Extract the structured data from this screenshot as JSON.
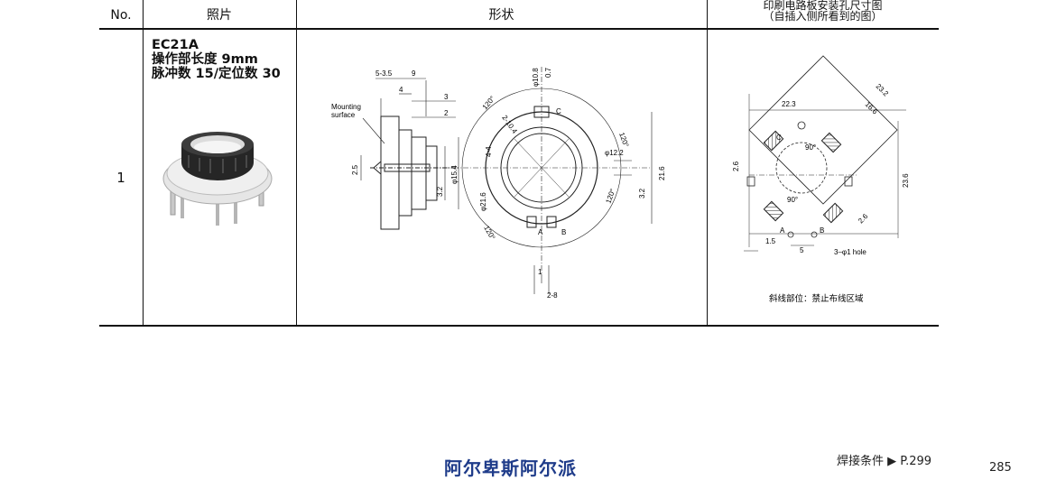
{
  "table": {
    "headers": {
      "no": "No.",
      "photo": "照片",
      "shape": "形状",
      "pcb_line1": "印刷电路板安装孔尺寸图",
      "pcb_line2": "（自插入侧所看到的图）"
    },
    "rows": [
      {
        "no": "1",
        "model": "EC21A",
        "spec_line1": "操作部长度 9mm",
        "spec_line2": "脉冲数 15/定位数 30"
      }
    ]
  },
  "side_view": {
    "labels": {
      "dim_5_3_5": "5-3.5",
      "dim_9": "9",
      "dim_4": "4",
      "dim_3": "3",
      "dim_2": "2",
      "mounting": "Mounting",
      "surface": "surface",
      "dim_2_5": "2.5",
      "dim_3_2": "3.2",
      "dim_phi15_4": "φ15.4"
    }
  },
  "front_view": {
    "labels": {
      "phi10_8": "φ10.8",
      "dim_0_7": "0.7",
      "deg120_a": "120°",
      "deg120_b": "120°",
      "deg120_c": "120°",
      "deg120_d": "120°",
      "dim_2_10_4": "2-10.4",
      "pin_c": "C",
      "dim_4_4": "4-4",
      "phi12_2": "φ12.2",
      "dim_21_6": "21.6",
      "dim_3_2": "3.2",
      "phi21_6": "φ21.6",
      "pin_a": "A",
      "pin_b": "B",
      "dim_1": "1",
      "dim_2_8": "2-8"
    }
  },
  "pcb_view": {
    "labels": {
      "dim_22_3": "22.3",
      "dim_23_2": "23.2",
      "dim_16_6": "16.6",
      "pin_c": "C",
      "deg90_a": "90°",
      "deg90_b": "90°",
      "dim_2_6_a": "2.6",
      "dim_2_6_b": "2.6",
      "dim_23_6": "23.6",
      "pin_a": "A",
      "pin_b": "B",
      "dim_1_5": "1.5",
      "dim_5": "5",
      "hole": "3–φ1 hole",
      "note": "斜线部位：禁止布线区域"
    }
  },
  "footer": {
    "brand": "阿尔卑斯阿尔派",
    "reference": "焊接条件 ▶ P.299",
    "page_number": "285"
  }
}
